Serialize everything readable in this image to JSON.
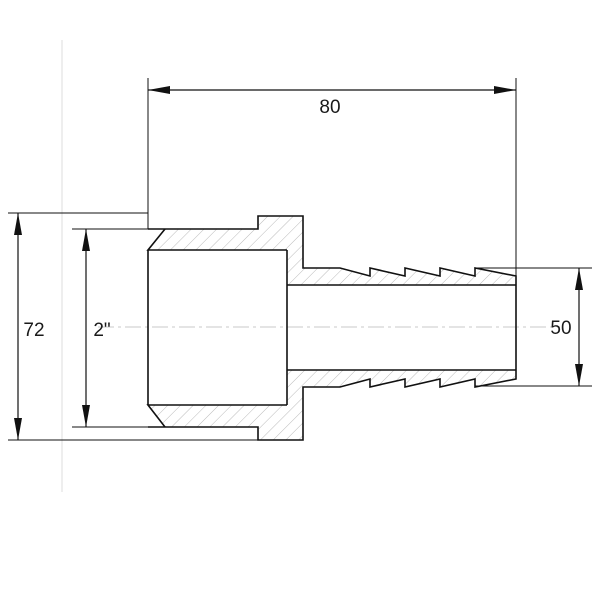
{
  "drawing": {
    "dimensions": {
      "length": "80",
      "outer_diameter": "72",
      "thread_size": "2\"",
      "hose_diameter": "50"
    }
  }
}
